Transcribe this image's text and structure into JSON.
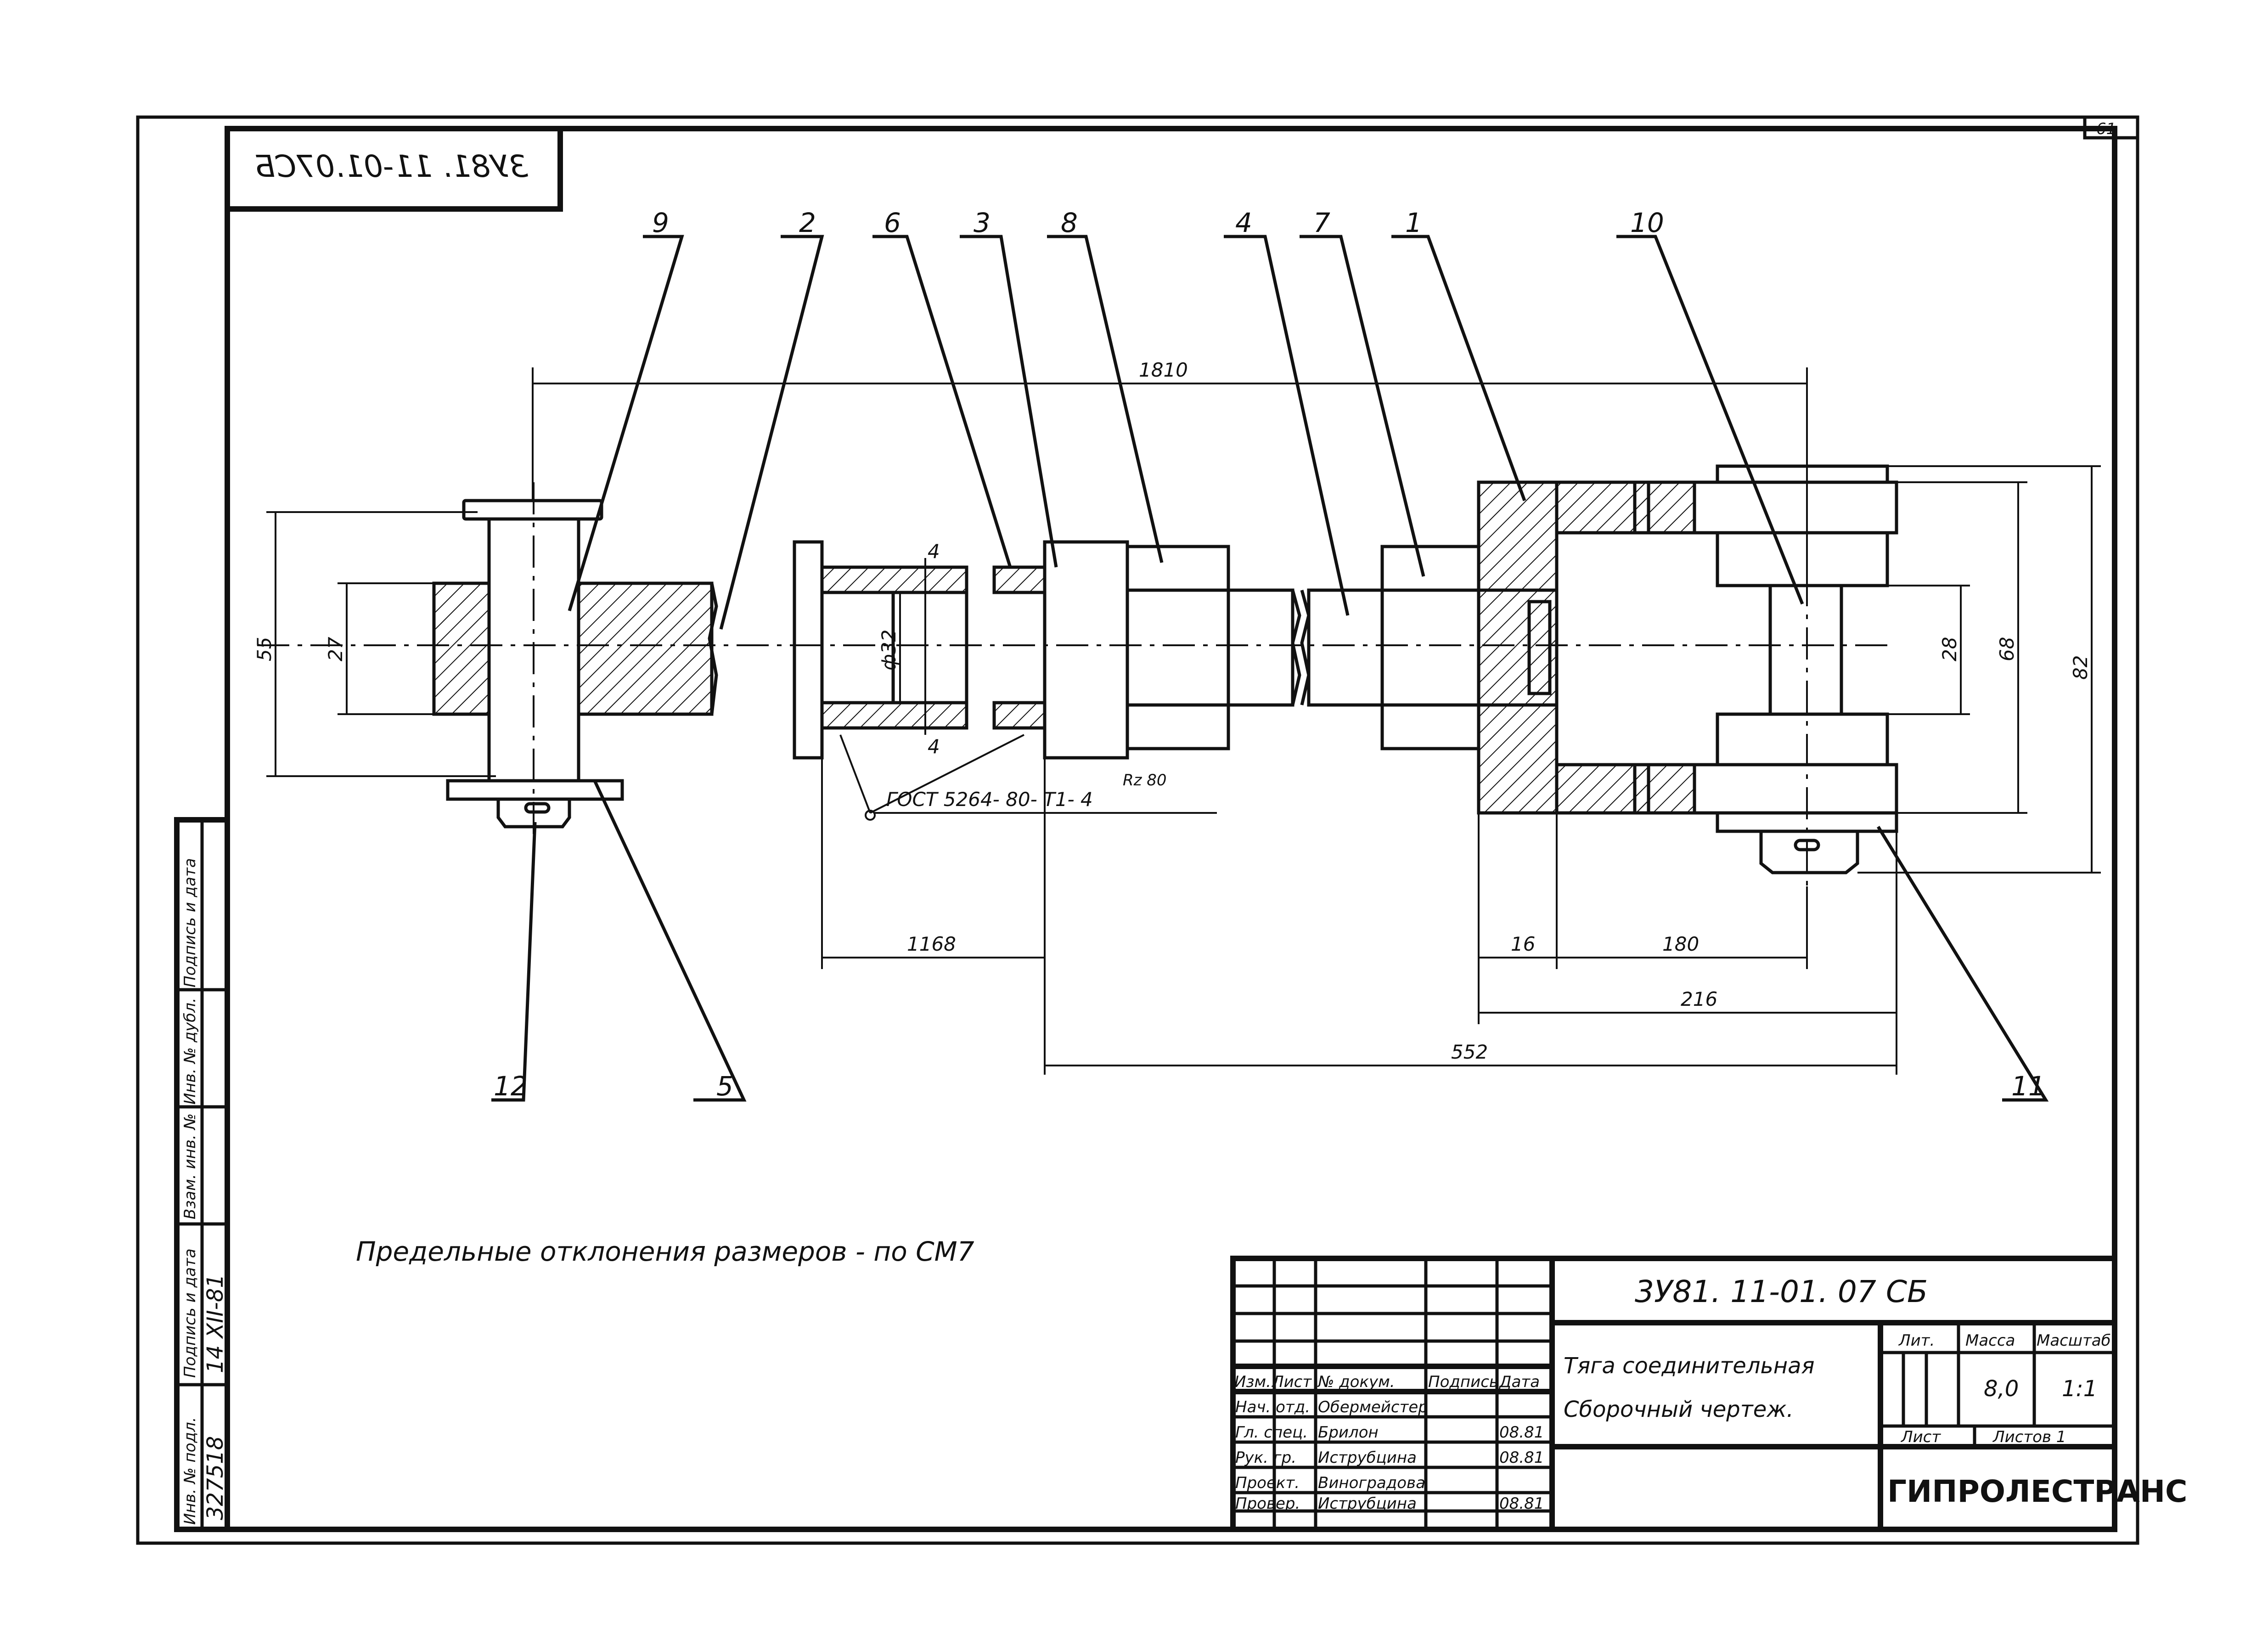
{
  "sheet": {
    "number": "61",
    "document_code": "3У81. 11-01. 07 СБ",
    "stamp_code_mirrored": "3У81. 11-01.07СБ"
  },
  "drawing": {
    "title_line1": "Тяга соединительная",
    "title_line2": "Сборочный    чертеж.",
    "note": "Предельные   отклонения   размеров - по СМ7",
    "weld_note": "ГОСТ 5264- 80- Т1- 4",
    "weld_roughness": "Rz 80",
    "part_labels": [
      "9",
      "2",
      "6",
      "3",
      "8",
      "4",
      "7",
      "1",
      "10",
      "12",
      "5",
      "11"
    ],
    "dimensions": {
      "d1810": "1810",
      "d1168": "1168",
      "d16": "16",
      "d180": "180",
      "d216": "216",
      "d552": "552",
      "d55": "55",
      "d27": "27",
      "d32": "ф32",
      "d28": "28",
      "d68": "68",
      "d82": "82",
      "section4a": "4",
      "section4b": "4"
    }
  },
  "title_block": {
    "headers": [
      "Изм.",
      "Лист",
      "№ докум.",
      "Подпись",
      "Дата"
    ],
    "rows": [
      {
        "role": "Нач. отд.",
        "name": "Обермейстер",
        "date": ""
      },
      {
        "role": "Гл. спец.",
        "name": "Брилон",
        "date": "08.81"
      },
      {
        "role": "Рук. гр.",
        "name": "Иструбцина",
        "date": "08.81"
      },
      {
        "role": "Проект.",
        "name": "Виноградова",
        "date": ""
      },
      {
        "role": "Провер.",
        "name": "Иструбцина",
        "date": "08.81"
      }
    ],
    "lit_label": "Лит.",
    "mass_label": "Масса",
    "scale_label": "Масштаб",
    "mass_value": "8,0",
    "scale_value": "1:1",
    "sheet_label": "Лист",
    "sheets_label": "Листов 1",
    "organization": "ГИПРОЛЕСТРАНС"
  },
  "side_stamp": {
    "labels": [
      "Инв. № подл.",
      "Подпись и дата",
      "Взам. инв. №",
      "Инв. № дубл.",
      "Подпись и дата"
    ],
    "inventory_number": "327518",
    "date": "14 XII-81"
  }
}
